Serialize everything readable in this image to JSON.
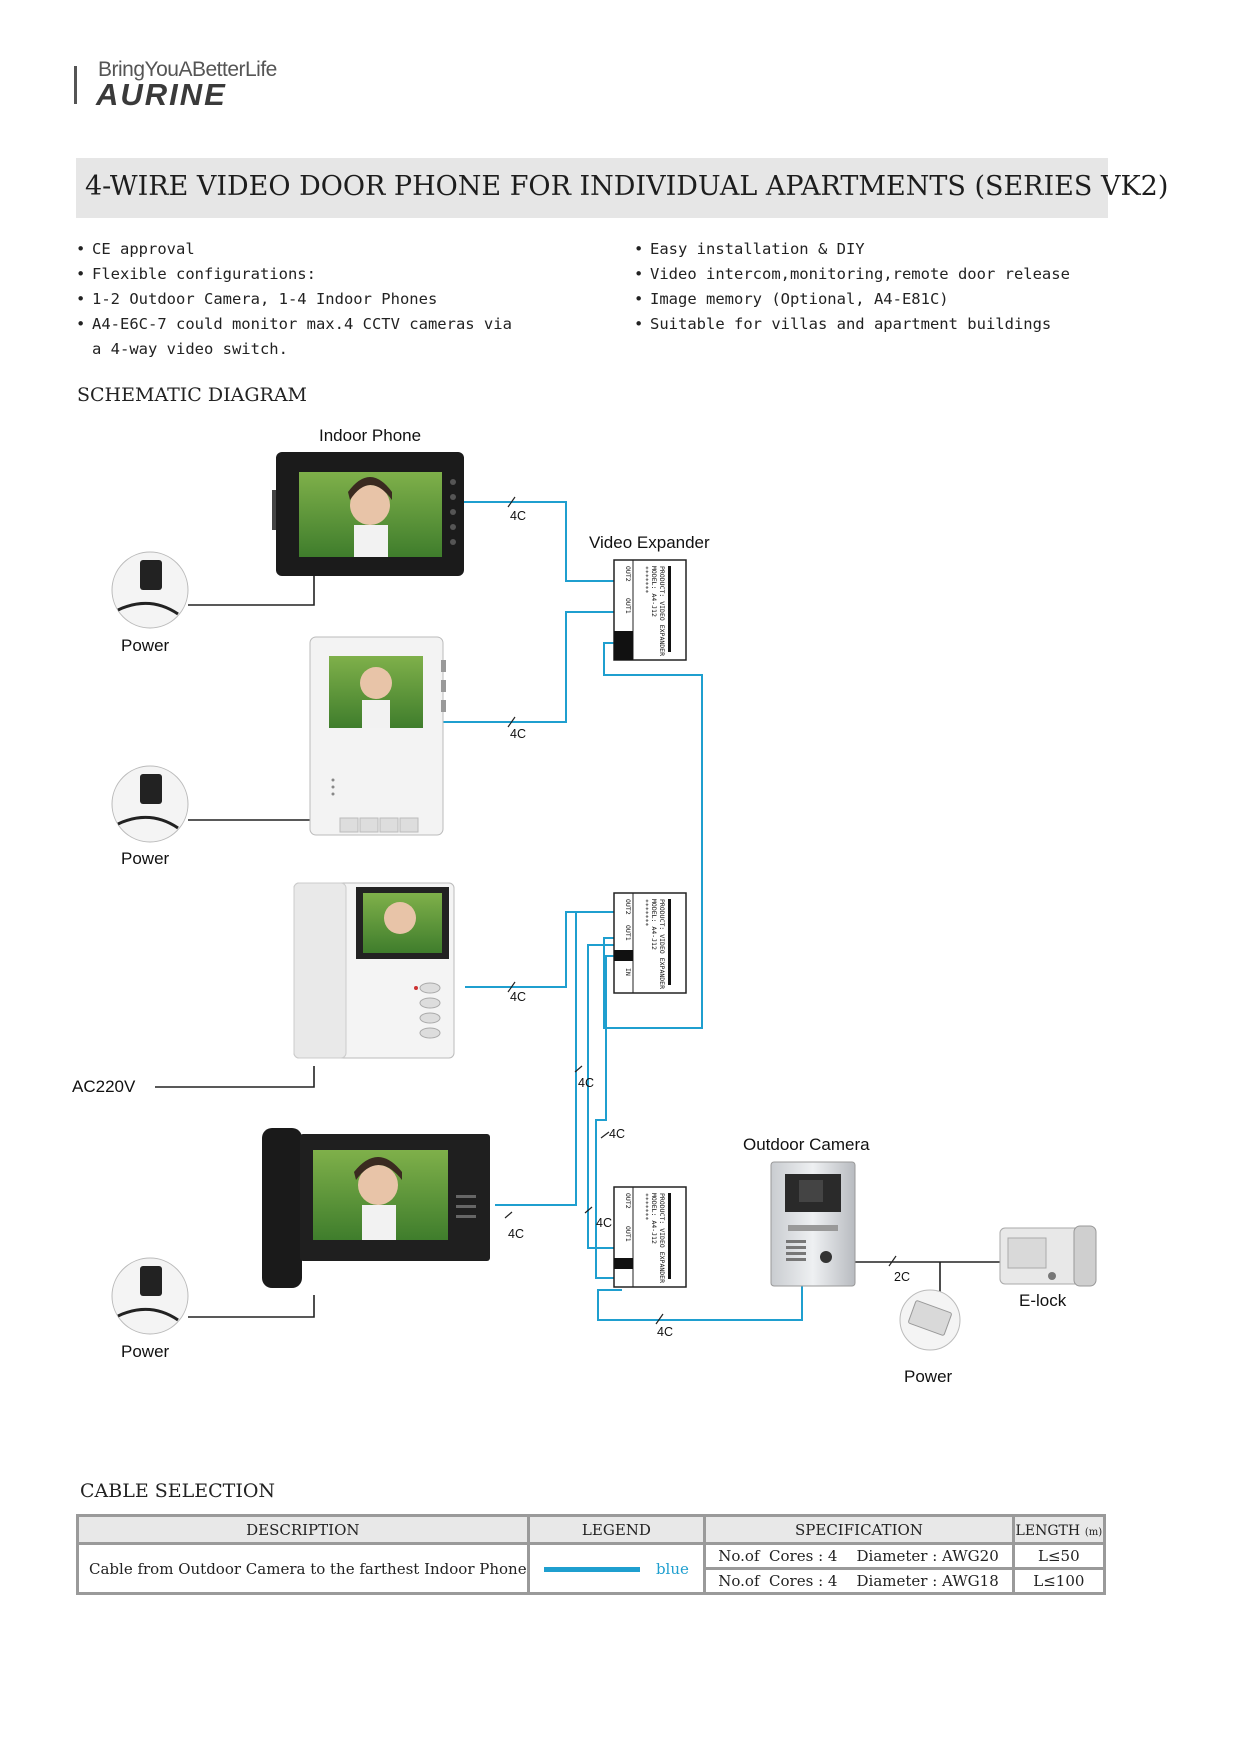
{
  "logo": {
    "tagline": "BringYouABetterLife",
    "brand": "AURINE"
  },
  "title": "4-WIRE VIDEO DOOR PHONE FOR INDIVIDUAL APARTMENTS (SERIES VK2)",
  "features_left": [
    "CE approval",
    "Flexible configurations:",
    "1-2 Outdoor Camera, 1-4 Indoor Phones",
    "A4-E6C-7 could monitor max.4 CCTV cameras via\na 4-way video switch."
  ],
  "features_right": [
    "Easy installation & DIY",
    "Video intercom,monitoring,remote door release",
    "Image memory (Optional, A4-E81C)",
    "Suitable for villas and apartment buildings"
  ],
  "schematic": {
    "heading": "SCHEMATIC  DIAGRAM",
    "indoor_phone_label": "Indoor Phone",
    "video_expander_label": "Video Expander",
    "outdoor_camera_label": "Outdoor Camera",
    "elock_label": "E-lock",
    "power_label": "Power",
    "ac_label": "AC220V",
    "cable_4c": "4C",
    "cable_2c": "2C",
    "expander_box_lines": [
      "PRODUCT: VIDEO EXPANDER",
      "MODEL: A4-J12",
      "*******"
    ],
    "port_labels": [
      "OUT2",
      "OUT1",
      "IN"
    ],
    "cable_color": "#1f9fcf"
  },
  "cable_selection": {
    "heading": "CABLE  SELECTION",
    "headers": {
      "description": "DESCRIPTION",
      "legend": "LEGEND",
      "specification": "SPECIFICATION",
      "length": "LENGTH",
      "length_unit": "(m)"
    },
    "row": {
      "description": "Cable from Outdoor Camera to the farthest Indoor Phone",
      "legend_text": "blue",
      "legend_color": "#1f9fcf",
      "spec_1": "No.of  Cores : 4    Diameter : AWG20",
      "spec_2": "No.of  Cores : 4    Diameter : AWG18",
      "length_1": "L≤50",
      "length_2": "L≤100"
    }
  }
}
